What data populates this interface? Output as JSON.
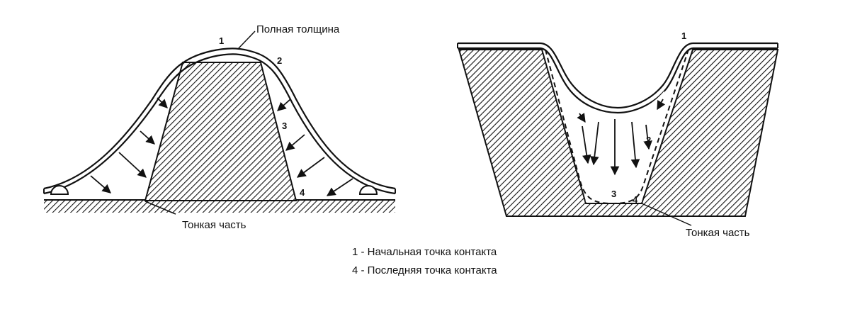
{
  "labels": {
    "full_thickness": "Полная толщина",
    "thin_part_left": "Тонкая часть",
    "thin_part_right": "Тонкая часть"
  },
  "left_numbers": {
    "n1": "1",
    "n2": "2",
    "n3": "3",
    "n4": "4"
  },
  "right_numbers": {
    "n1": "1",
    "n2": "2",
    "n3": "3",
    "n4": "4"
  },
  "legend": {
    "line1": "1 - Начальная точка контакта",
    "line4": "4 - Последняя точка контакта"
  },
  "colors": {
    "ink": "#111111",
    "background": "#ffffff"
  }
}
